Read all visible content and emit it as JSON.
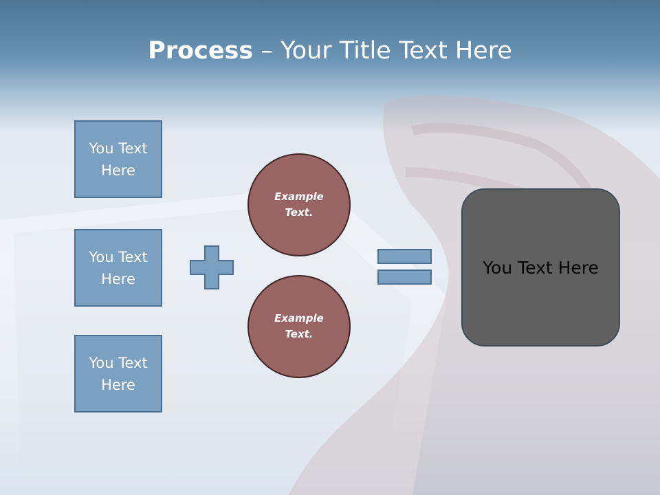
{
  "title": {
    "bold": "Process",
    "rest": " – Your Title Text Here"
  },
  "boxes": [
    {
      "line1": "You Text",
      "line2": "Here"
    },
    {
      "line1": "You Text",
      "line2": "Here"
    },
    {
      "line1": "You Text",
      "line2": "Here"
    }
  ],
  "circles": [
    {
      "line1": "Example",
      "line2": "Text."
    },
    {
      "line1": "Example",
      "line2": "Text."
    }
  ],
  "result": {
    "label": "You Text Here"
  },
  "colors": {
    "title_band": "#5b84a5",
    "box_fill": "#7ca0bf",
    "circle_fill": "#996464",
    "result_fill": "#606060"
  }
}
